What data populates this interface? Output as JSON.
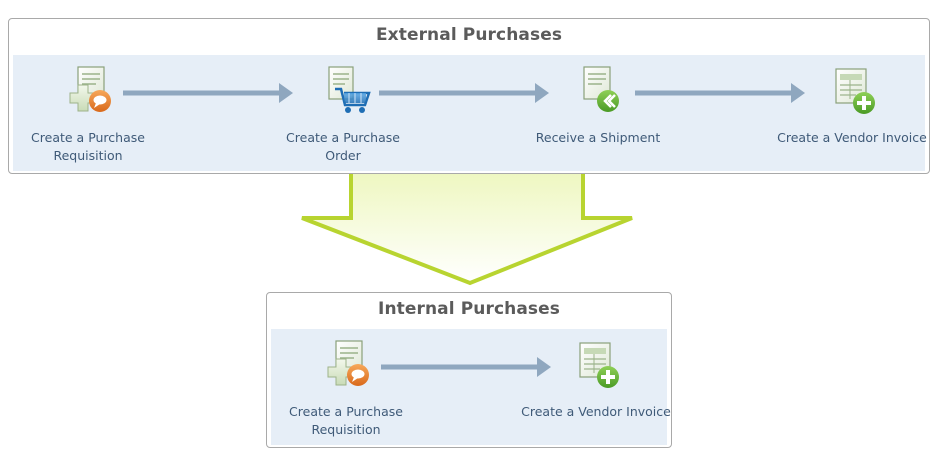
{
  "external": {
    "title": "External Purchases",
    "steps": [
      {
        "label": "Create a Purchase Requisition",
        "icon": "requisition-icon"
      },
      {
        "label": "Create a Purchase Order",
        "icon": "purchase-order-cart-icon"
      },
      {
        "label": "Receive a Shipment",
        "icon": "receive-shipment-icon"
      },
      {
        "label": "Create a Vendor Invoice",
        "icon": "vendor-invoice-icon"
      }
    ]
  },
  "internal": {
    "title": "Internal Purchases",
    "steps": [
      {
        "label": "Create a Purchase Requisition",
        "icon": "requisition-icon"
      },
      {
        "label": "Create a Vendor Invoice",
        "icon": "vendor-invoice-icon"
      }
    ]
  },
  "colors": {
    "band": "#e6eef7",
    "flow_arrow": "#8fa7bf",
    "big_arrow_stroke": "#b8d430",
    "big_arrow_fill_top": "#f1f8c8",
    "label_text": "#3f5a78",
    "icon_green": "#6fb23a",
    "icon_orange": "#e8842b"
  }
}
